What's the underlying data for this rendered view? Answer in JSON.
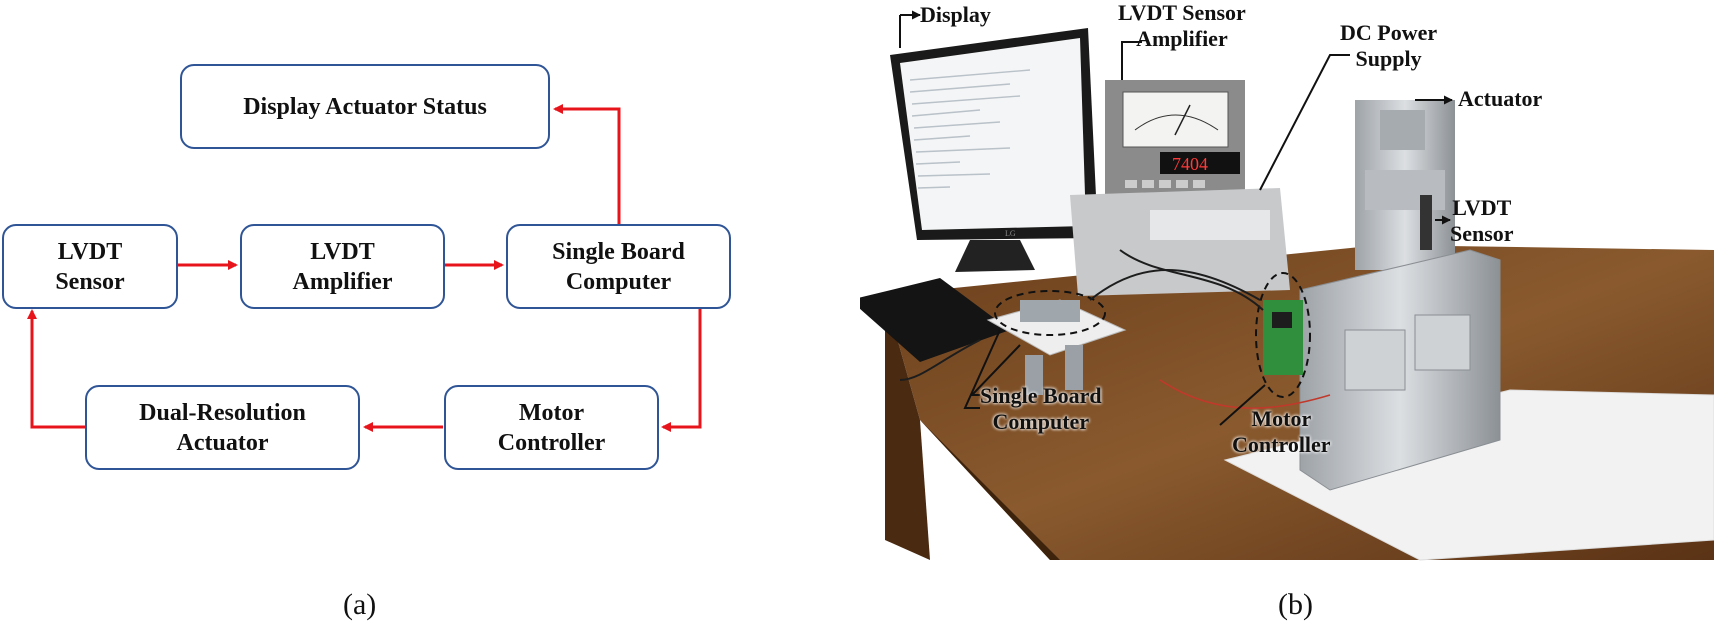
{
  "panel_a": {
    "caption": "(a)",
    "boxes": {
      "display": "Display Actuator Status",
      "lvdt_sensor": "LVDT\nSensor",
      "lvdt_amplifier": "LVDT\nAmplifier",
      "single_board": "Single Board\nComputer",
      "motor_controller": "Motor\nController",
      "actuator": "Dual-Resolution\nActuator"
    }
  },
  "panel_b": {
    "caption": "(b)",
    "labels": {
      "display": "Display",
      "lvdt_amp": "LVDT Sensor\nAmplifier",
      "dc_power": "DC Power\nSupply",
      "actuator": "Actuator",
      "lvdt_sensor": "LVDT\nSensor",
      "single_board": "Single Board\nComputer",
      "motor_controller": "Motor\nController"
    },
    "meter_reading": "7404",
    "monitor_brand": "LG"
  },
  "colors": {
    "box_border": "#2f5597",
    "arrow": "#e8141b"
  }
}
